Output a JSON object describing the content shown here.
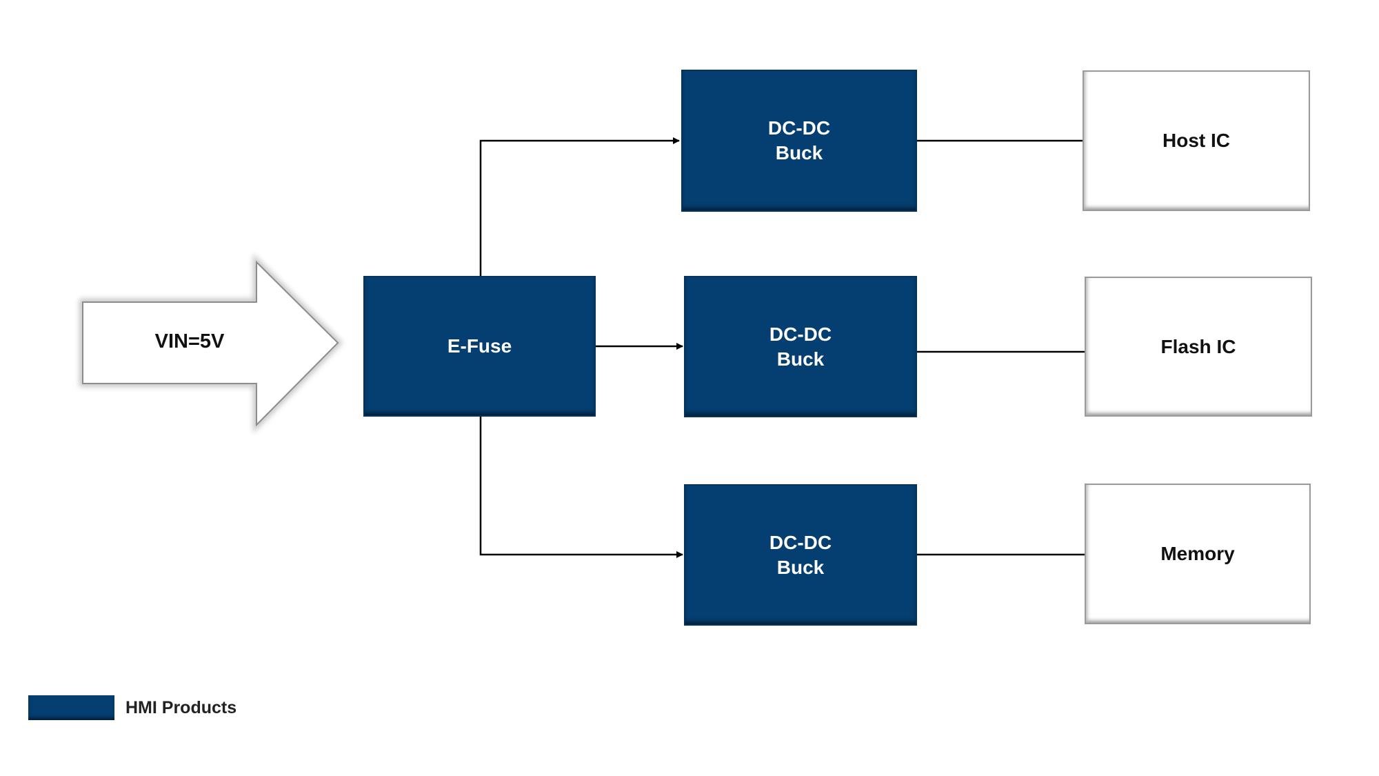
{
  "input": {
    "label": "VIN=5V"
  },
  "efuse": {
    "label": "E-Fuse"
  },
  "converters": [
    {
      "label": "DC-DC\nBuck"
    },
    {
      "label": "DC-DC\nBuck"
    },
    {
      "label": "DC-DC\nBuck"
    }
  ],
  "loads": [
    {
      "label": "Host IC"
    },
    {
      "label": "Flash IC"
    },
    {
      "label": "Memory"
    }
  ],
  "legend": {
    "label": "HMI Products",
    "color": "#053e70"
  },
  "colors": {
    "hmi_fill": "#053e70",
    "load_border": "#9a9a9a",
    "wire": "#000000"
  }
}
